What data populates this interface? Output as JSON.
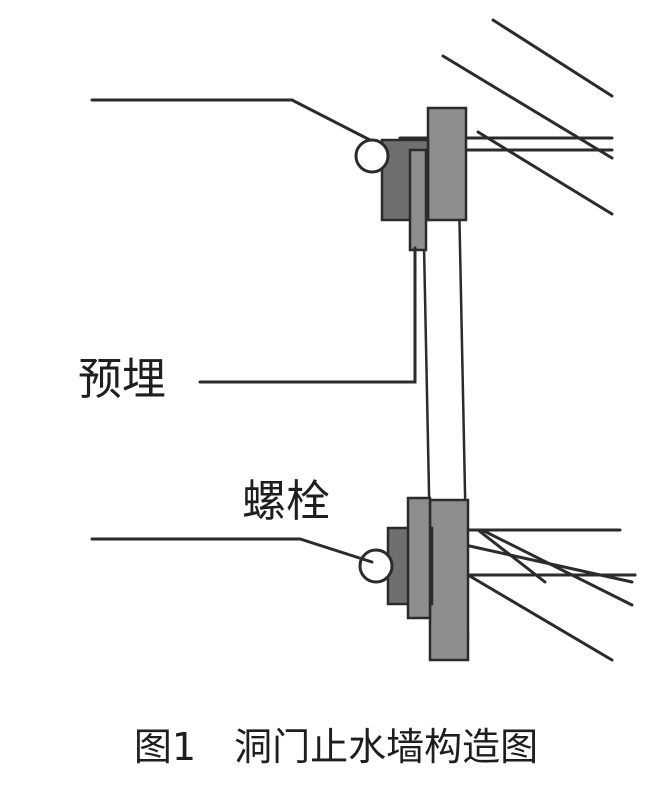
{
  "labels": {
    "embedded": "预埋",
    "bolt": "螺栓"
  },
  "caption": "图1　洞门止水墙构造图"
}
